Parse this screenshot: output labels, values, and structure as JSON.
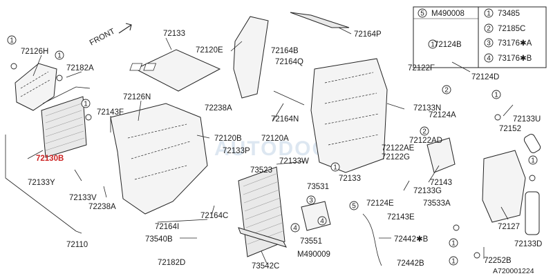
{
  "front_label": "FRONT",
  "watermark": "AUTODOC",
  "figure_id": "A720001224",
  "legend": [
    {
      "mark": "5",
      "part": "M490008"
    },
    {
      "mark": "1",
      "part": "73485"
    },
    {
      "mark": "2",
      "part": "72185C"
    },
    {
      "mark": "3",
      "part": "73176✱A"
    },
    {
      "mark": "4",
      "part": "73176✱B"
    }
  ],
  "labels": {
    "p72126h": "72126H",
    "p72182a": "72182A",
    "p72133": "72133",
    "p72120e": "72120E",
    "p72164p": "72164P",
    "p72164b": "72164B",
    "p72164q": "72164Q",
    "p72124b": "72124B",
    "p72122f": "72122F",
    "p72124d": "72124D",
    "p72126n": "72126N",
    "p72238a_top": "72238A",
    "p72143f": "72143F",
    "p72120b": "72120B",
    "p72164n": "72164N",
    "p72133n": "72133N",
    "p72124a": "72124A",
    "p72133u": "72133U",
    "p72152": "72152",
    "p72130b": "72130B",
    "p72120a": "72120A",
    "p72133p": "72133P",
    "p72122ad": "72122AD",
    "p72122ae": "72122AE",
    "p72122g": "72122G",
    "p72133w": "72133W",
    "p73523": "73523",
    "p72133y": "72133Y",
    "p72133v": "72133V",
    "p72238a_bottom": "72238A",
    "p73531": "73531",
    "p72143": "72143",
    "p72133g": "72133G",
    "p73533a": "73533A",
    "p72124e": "72124E",
    "p72143e": "72143E",
    "p72164c": "72164C",
    "p72164i": "72164I",
    "p72127": "72127",
    "p72133d": "72133D",
    "p72110": "72110",
    "p73540b": "73540B",
    "p73551": "73551",
    "p72442b_star": "72442✱B",
    "p72182d": "72182D",
    "p73542c": "73542C",
    "p72252b": "72252B",
    "p72442b": "72442B",
    "p72133_mid": "72133",
    "pm490009": "M490009"
  },
  "callout_marks": [
    "1",
    "1",
    "1",
    "1",
    "1",
    "1",
    "1",
    "1",
    "1",
    "2",
    "2",
    "3",
    "4",
    "4",
    "5"
  ]
}
